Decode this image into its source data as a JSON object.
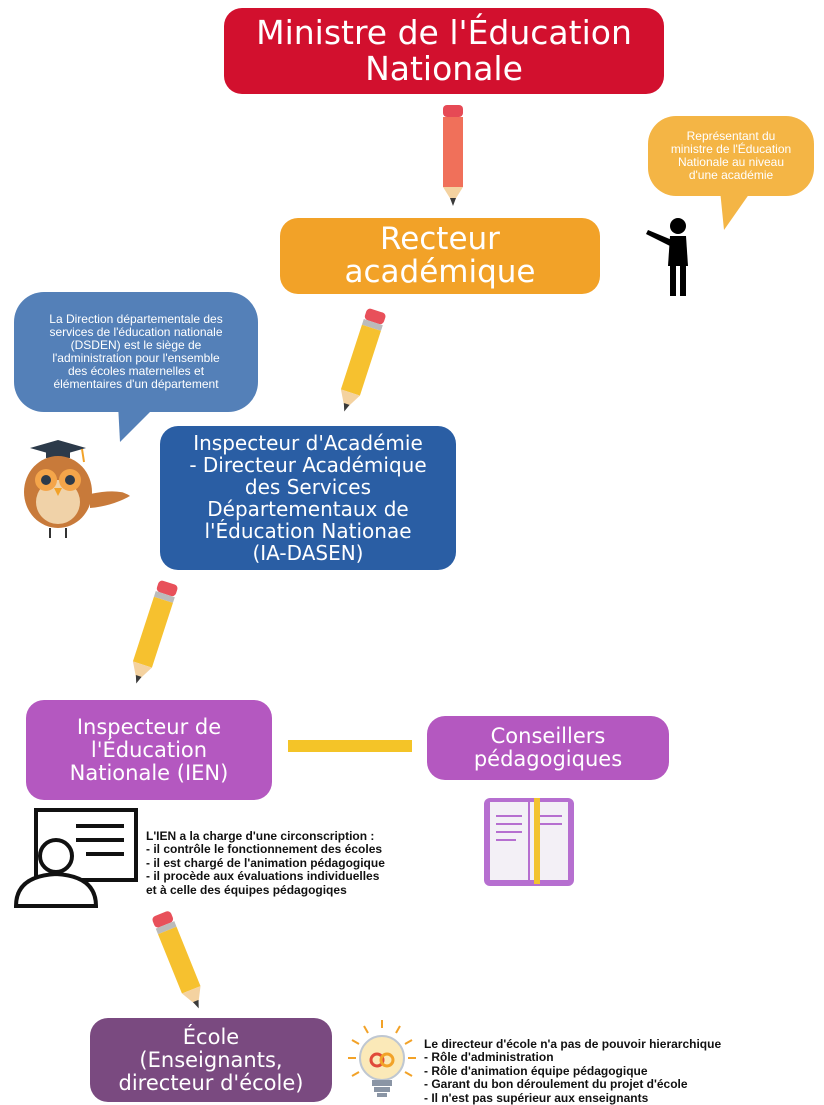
{
  "colors": {
    "ministre": "#d2102e",
    "recteur": "#f2a228",
    "dasen": "#2a5ea4",
    "ien": "#b458c0",
    "conseillers": "#b458c0",
    "ecole": "#7a4a80",
    "bubble_orange": "#f4b545",
    "bubble_blue": "#5480b8",
    "connector": "#f4c428"
  },
  "nodes": {
    "ministre": "Ministre de l'Éducation\nNationale",
    "recteur": "Recteur\nacadémique",
    "dasen": "Inspecteur d'Académie\n- Directeur Académique\ndes Services\nDépartementaux de\nl'Éducation Nationae\n(IA-DASEN)",
    "ien": "Inspecteur de\nl'Éducation\nNationale (IEN)",
    "conseillers": "Conseillers\npédagogiques",
    "ecole": "École\n(Enseignants,\ndirecteur d'école)"
  },
  "bubbles": {
    "recteur_note": "Représentant du\nministre de l'Éducation\nNationale au niveau\nd'une académie",
    "dsden_note": "La Direction départementale des\nservices de l'éducation nationale\n(DSDEN) est le siège de\nl'administration pour l'ensemble\ndes écoles maternelles et\nélémentaires d'un département"
  },
  "notes": {
    "ien_role": "L'IEN a la charge d'une circonscription :\n- il contrôle le fonctionnement des écoles\n- il est chargé de l'animation pédagogique\n- il procède aux évaluations individuelles\net à celle des équipes pédagogiqes",
    "directeur_role": "Le directeur d'école n'a pas de pouvoir hierarchique\n- Rôle d'administration\n- Rôle d'animation équipe  pédagogique\n- Garant du bon déroulement  du projet d'école\n- Il n'est pas supérieur aux  enseignants"
  }
}
